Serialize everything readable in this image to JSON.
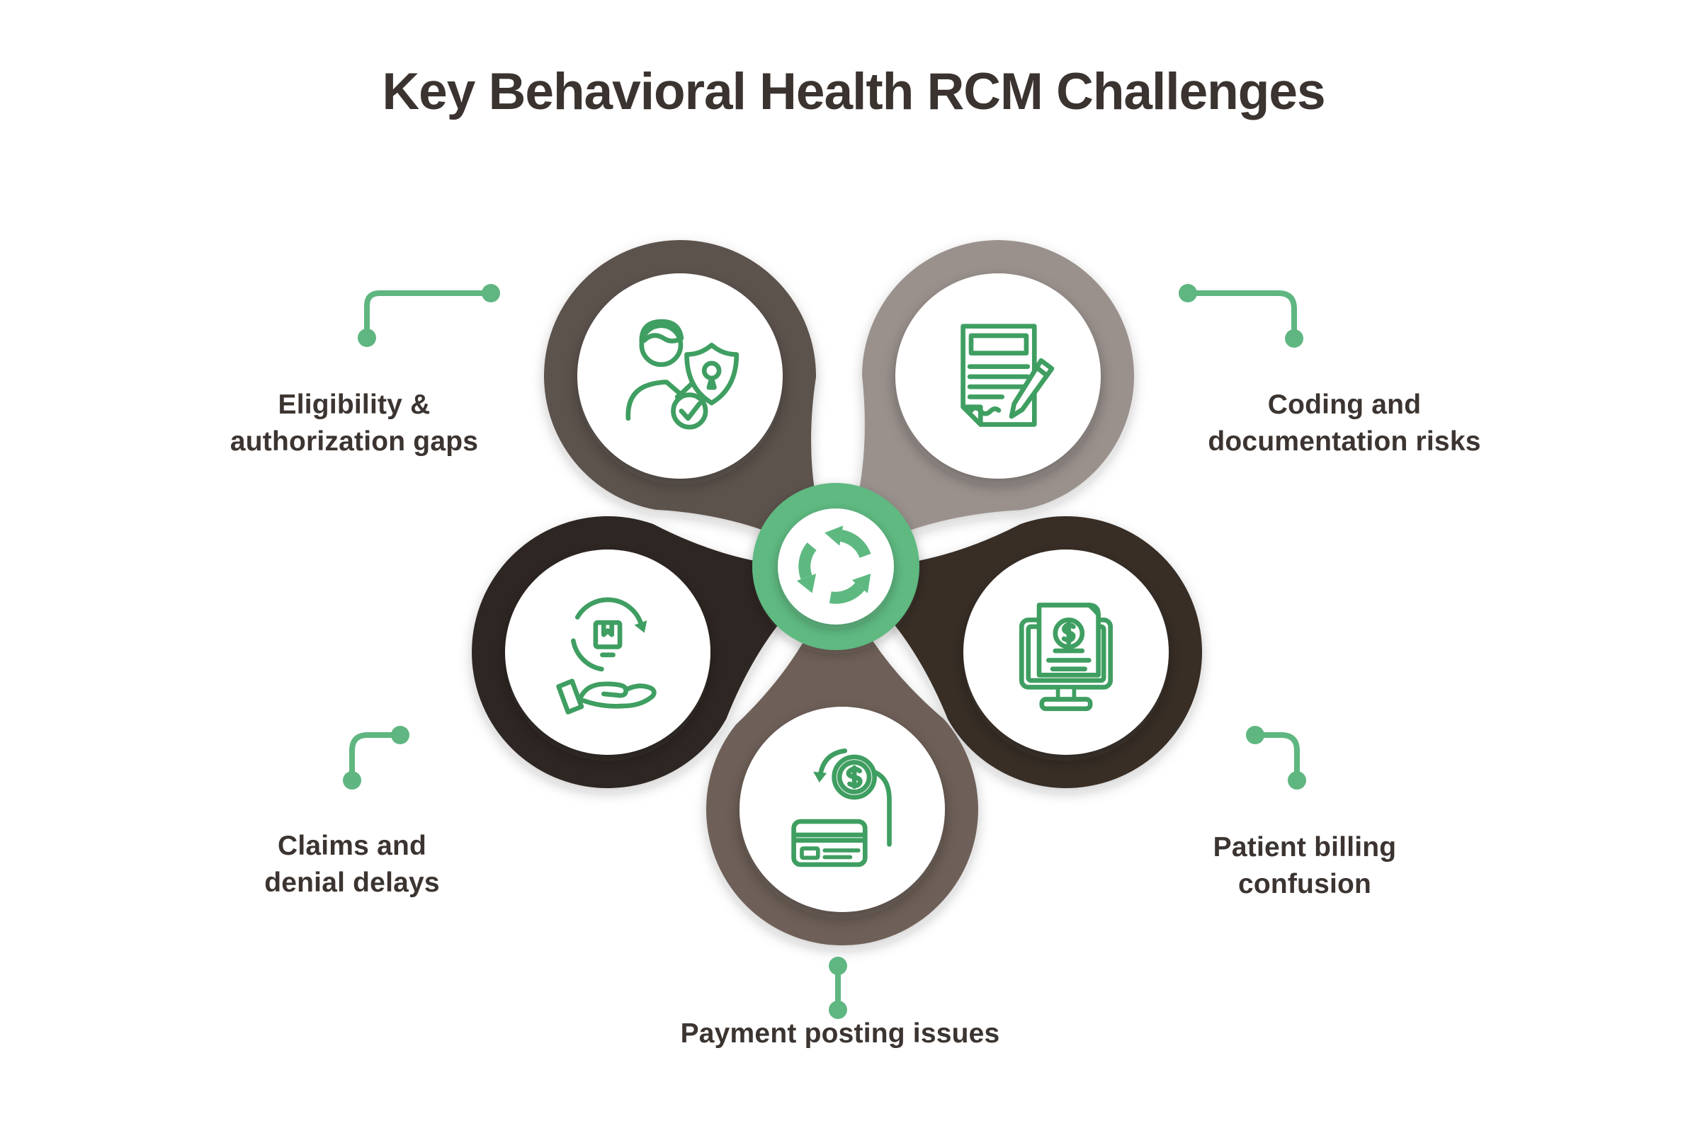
{
  "title": {
    "text": "Key Behavioral Health RCM Challenges",
    "color": "#3a332f"
  },
  "colors": {
    "background": "#ffffff",
    "label_text": "#3b3430",
    "connector_green": "#5fb680",
    "icon_green": "#3f9e61",
    "center_green": "#5eb981"
  },
  "center_hub": {
    "icon": "cycle-arrows-icon",
    "ring_color": "#5eb981"
  },
  "items": [
    {
      "id": "eligibility-authorization",
      "label": "Eligibility &\nauthorization gaps",
      "icon": "person-shield-check-icon",
      "ring_color": "#5d534d"
    },
    {
      "id": "coding-documentation",
      "label": "Coding and\ndocumentation risks",
      "icon": "document-pen-icon",
      "ring_color": "#9a918d"
    },
    {
      "id": "claims-denial",
      "label": "Claims and\ndenial delays",
      "icon": "hand-box-cycle-icon",
      "ring_color": "#2e2621"
    },
    {
      "id": "patient-billing",
      "label": "Patient billing\nconfusion",
      "icon": "monitor-invoice-icon",
      "ring_color": "#382e28"
    },
    {
      "id": "payment-posting",
      "label": "Payment posting issues",
      "icon": "card-coin-refund-icon",
      "ring_color": "#6e6159"
    }
  ]
}
